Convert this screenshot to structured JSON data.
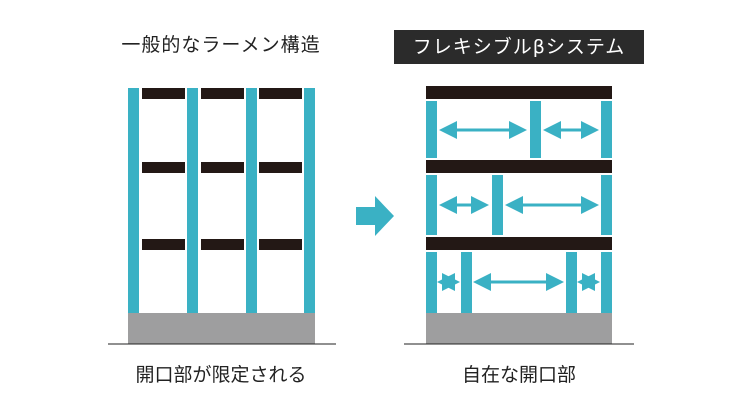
{
  "left_panel": {
    "title": "一般的なラーメン構造",
    "caption": "開口部が限定される"
  },
  "right_panel": {
    "title": "フレキシブルβシステム",
    "caption": "自在な開口部"
  },
  "colors": {
    "column": "#3ab1c4",
    "beam": "#231815",
    "foundation": "#9e9e9f",
    "title_bg": "#2b2b2b",
    "text": "#222222"
  }
}
